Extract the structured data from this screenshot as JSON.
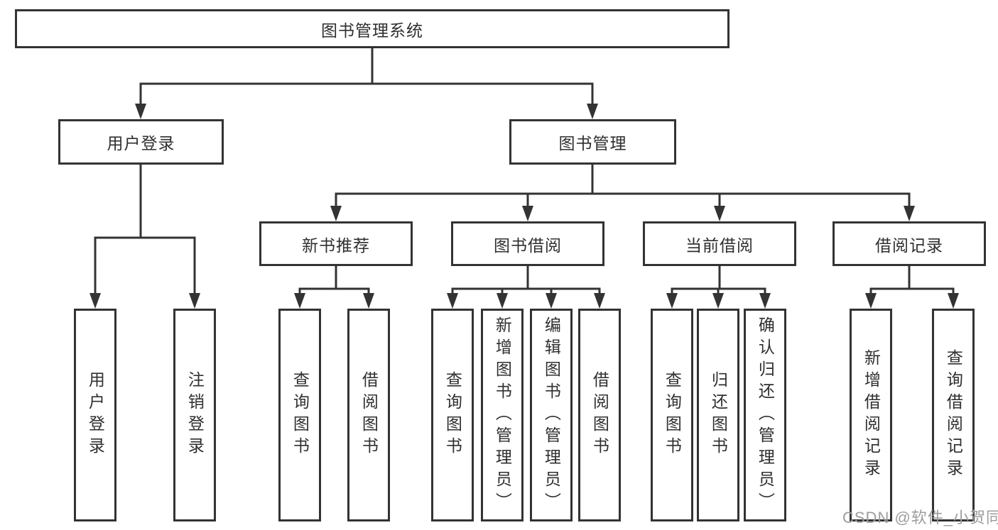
{
  "diagram_type": "hierarchy-tree",
  "colors": {
    "line": "#333333",
    "box_border": "#333333",
    "box_background": "#ffffff",
    "text": "#2f2f2f",
    "watermark": "#9d9d9d",
    "page_background": "#ffffff"
  },
  "tree": {
    "label": "图书管理系统",
    "children": [
      {
        "label": "用户登录",
        "children": [
          {
            "label": "用户登录"
          },
          {
            "label": "注销登录"
          }
        ]
      },
      {
        "label": "图书管理",
        "children": [
          {
            "label": "新书推荐",
            "children": [
              {
                "label": "查询图书"
              },
              {
                "label": "借阅图书"
              }
            ]
          },
          {
            "label": "图书借阅",
            "children": [
              {
                "label": "查询图书"
              },
              {
                "label": "新增图书（管理员）"
              },
              {
                "label": "编辑图书（管理员）"
              },
              {
                "label": "借阅图书"
              }
            ]
          },
          {
            "label": "当前借阅",
            "children": [
              {
                "label": "查询图书"
              },
              {
                "label": "归还图书"
              },
              {
                "label": "确认归还（管理员）"
              }
            ]
          },
          {
            "label": "借阅记录",
            "children": [
              {
                "label": "新增借阅记录"
              },
              {
                "label": "查询借阅记录"
              }
            ]
          }
        ]
      }
    ]
  },
  "watermark": {
    "text": "CSDN @软件_小贺同学"
  }
}
